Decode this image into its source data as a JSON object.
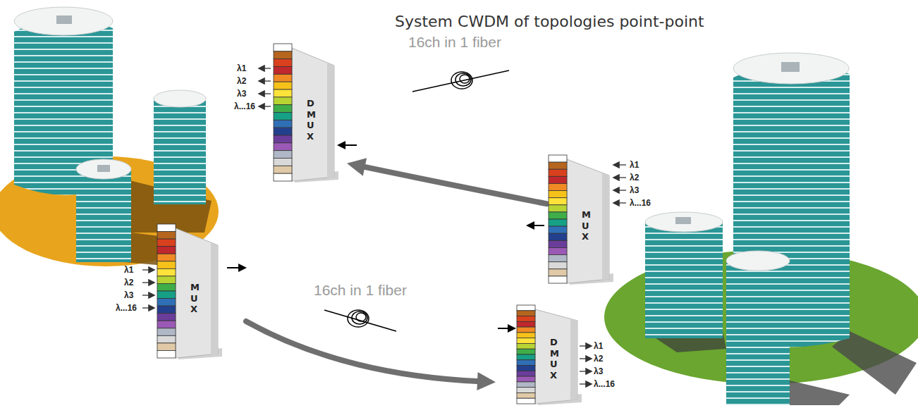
{
  "diagram": {
    "title": "System CWDM of topologies point-point",
    "nodes": [
      {
        "text": [
          "DMUX"
        ]
      },
      {
        "text": [
          "MUX"
        ]
      },
      {
        "text": [
          "MUX"
        ]
      },
      {
        "text": [
          "DMUX"
        ]
      }
    ],
    "edges": [
      {
        "from": 1,
        "to": 0,
        "arrow": "to",
        "label": "16ch in 1 fiber"
      },
      {
        "from": 2,
        "to": 3,
        "arrow": "to",
        "label": "16ch in 1 fiber"
      }
    ],
    "labels": [
      "λ1",
      "λ2",
      "λ3",
      "λ...16",
      "λ1",
      "λ2",
      "λ3",
      "λ...16",
      "λ1",
      "λ2",
      "λ3",
      "λ...16",
      "λ1",
      "λ2",
      "λ3",
      "λ...16"
    ]
  }
}
